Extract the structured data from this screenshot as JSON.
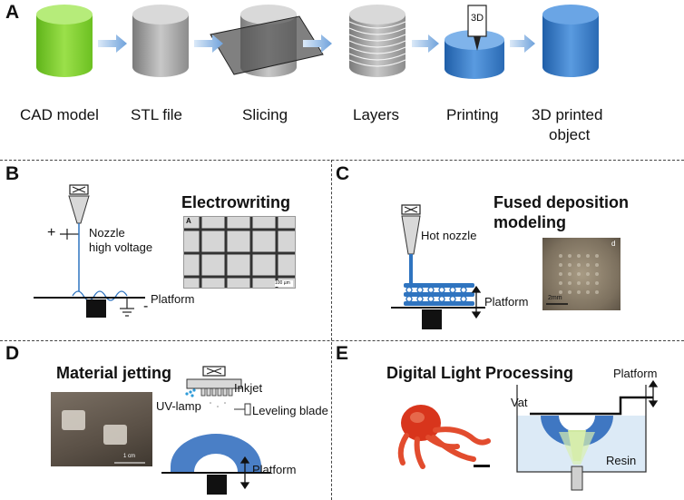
{
  "panel_a": {
    "label": "A",
    "steps": [
      {
        "label": "CAD model",
        "color": "#7ed321"
      },
      {
        "label": "STL file",
        "color": "#9a9a9a"
      },
      {
        "label": "Slicing",
        "color": "#9a9a9a"
      },
      {
        "label": "Layers",
        "color": "#9a9a9a"
      },
      {
        "label": "Printing",
        "color": "#2f74c0"
      },
      {
        "label": "3D printed object",
        "color": "#2f74c0"
      }
    ],
    "step_lines": [
      "CAD model",
      "STL file",
      "Slicing",
      "Layers",
      "Printing",
      "3D printed",
      "object"
    ],
    "printer_tag": "3D"
  },
  "panel_b": {
    "label": "B",
    "title": "Electrowriting",
    "nozzle_label": "Nozzle",
    "voltage_label": "high voltage",
    "plus": "+",
    "minus": "-",
    "platform_label": "Platform",
    "photo_tag": "A",
    "photo_scale": "100 µm"
  },
  "panel_c": {
    "label": "C",
    "title_line1": "Fused deposition",
    "title_line2": "modeling",
    "nozzle_label": "Hot nozzle",
    "platform_label": "Platform",
    "photo_tag": "d",
    "photo_scale": "2mm"
  },
  "panel_d": {
    "label": "D",
    "title": "Material jetting",
    "inkjet_label": "Inkjet",
    "uv_label": "UV-lamp",
    "blade_label": "Leveling blade",
    "platform_label": "Platform",
    "photo_scale": "1 cm"
  },
  "panel_e": {
    "label": "E",
    "title": "Digital Light Processing",
    "platform_label": "Platform",
    "vat_label": "Vat",
    "resin_label": "Resin"
  },
  "colors": {
    "blue": "#2f74c0",
    "green": "#7ed321",
    "gray": "#9a9a9a",
    "arrow": "#9fc3ea"
  }
}
